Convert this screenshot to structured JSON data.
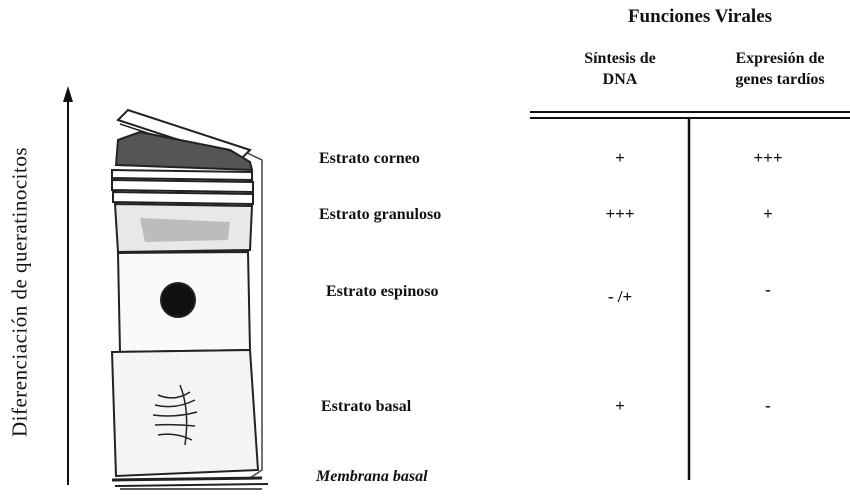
{
  "axis_label": "Diferenciación de queratinocitos",
  "header": {
    "title": "Funciones Virales",
    "col1": {
      "line1": "Síntesis de",
      "line2": "DNA"
    },
    "col2": {
      "line1": "Expresión de",
      "line2": "genes tardíos"
    }
  },
  "rows": [
    {
      "layer": "Estrato corneo",
      "dna": "+",
      "late": "+++"
    },
    {
      "layer": "Estrato granuloso",
      "dna": "+++",
      "late": "+"
    },
    {
      "layer": "Estrato espinoso",
      "dna": "- /+",
      "late": "-"
    },
    {
      "layer": "Estrato basal",
      "dna": "+",
      "late": "-"
    }
  ],
  "membrana": "Membrana basal"
}
